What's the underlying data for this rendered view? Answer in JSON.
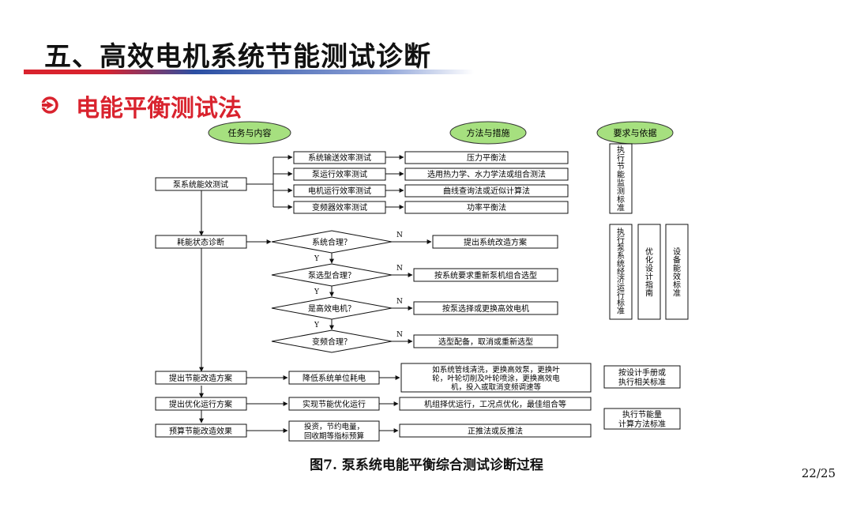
{
  "slide": {
    "title": "五、高效电机系统节能测试诊断",
    "subtitle": "电能平衡测试法",
    "caption": "图7. 泵系统电能平衡综合测试诊断过程",
    "page": "22/25"
  },
  "headers": {
    "col1": "任务与内容",
    "col2": "方法与措施",
    "col3": "要求与依据"
  },
  "tasks": {
    "pump_efficiency": "泵系统能效测试",
    "state_diagnosis": "耗能状态诊断",
    "energy_plan": "提出节能改造方案",
    "optimize_plan": "提出优化运行方案",
    "budget": "预算节能改造效果"
  },
  "tests": {
    "t1": "系统输送效率测试",
    "t2": "泵运行效率测试",
    "t3": "电机运行效率测试",
    "t4": "变频器效率测试"
  },
  "methods": {
    "m1": "压力平衡法",
    "m2": "选用热力学、水力学法或组合测法",
    "m3": "曲线查询法或近似计算法",
    "m4": "功率平衡法"
  },
  "decisions": {
    "d1": "系统合理？",
    "d2": "泵选型合理？",
    "d3": "是高效电机？",
    "d4": "变频合理？"
  },
  "labels": {
    "yes": "Y",
    "no": "N"
  },
  "actions": {
    "a1": "提出系统改造方案",
    "a2": "按系统要求重新泵机组合选型",
    "a3": "按泵选择或更换高效电机",
    "a4": "选型配备，取消或重新选型"
  },
  "mid": {
    "reduce": "降低系统单位耗电",
    "optimize": "实现节能优化运行",
    "invest_1": "投资，节约电量，",
    "invest_2": "回收期等指标预算"
  },
  "details": {
    "reduce_1": "如系统管线清洗，更换高效泵，更换叶",
    "reduce_2": "轮，叶轮切削及叶轮喷涂，更换高效电",
    "reduce_3": "机，投入或取消变频调速等",
    "optimize": "机组择优运行，工况点优化，最佳组合等",
    "invest": "正推法或反推法"
  },
  "standards": {
    "s1": "执行节能监测标准",
    "s2": "执行泵系统经济运行标准",
    "s3": "优化设计指南",
    "s4": "设备能效标准",
    "s5_1": "按设计手册或",
    "s5_2": "执行相关标准",
    "s6_1": "执行节能量",
    "s6_2": "计算方法标准"
  },
  "colors": {
    "header_fill": "#a6e07f",
    "title_red": "#d9232e",
    "bar_blue": "#2b4fa3"
  }
}
